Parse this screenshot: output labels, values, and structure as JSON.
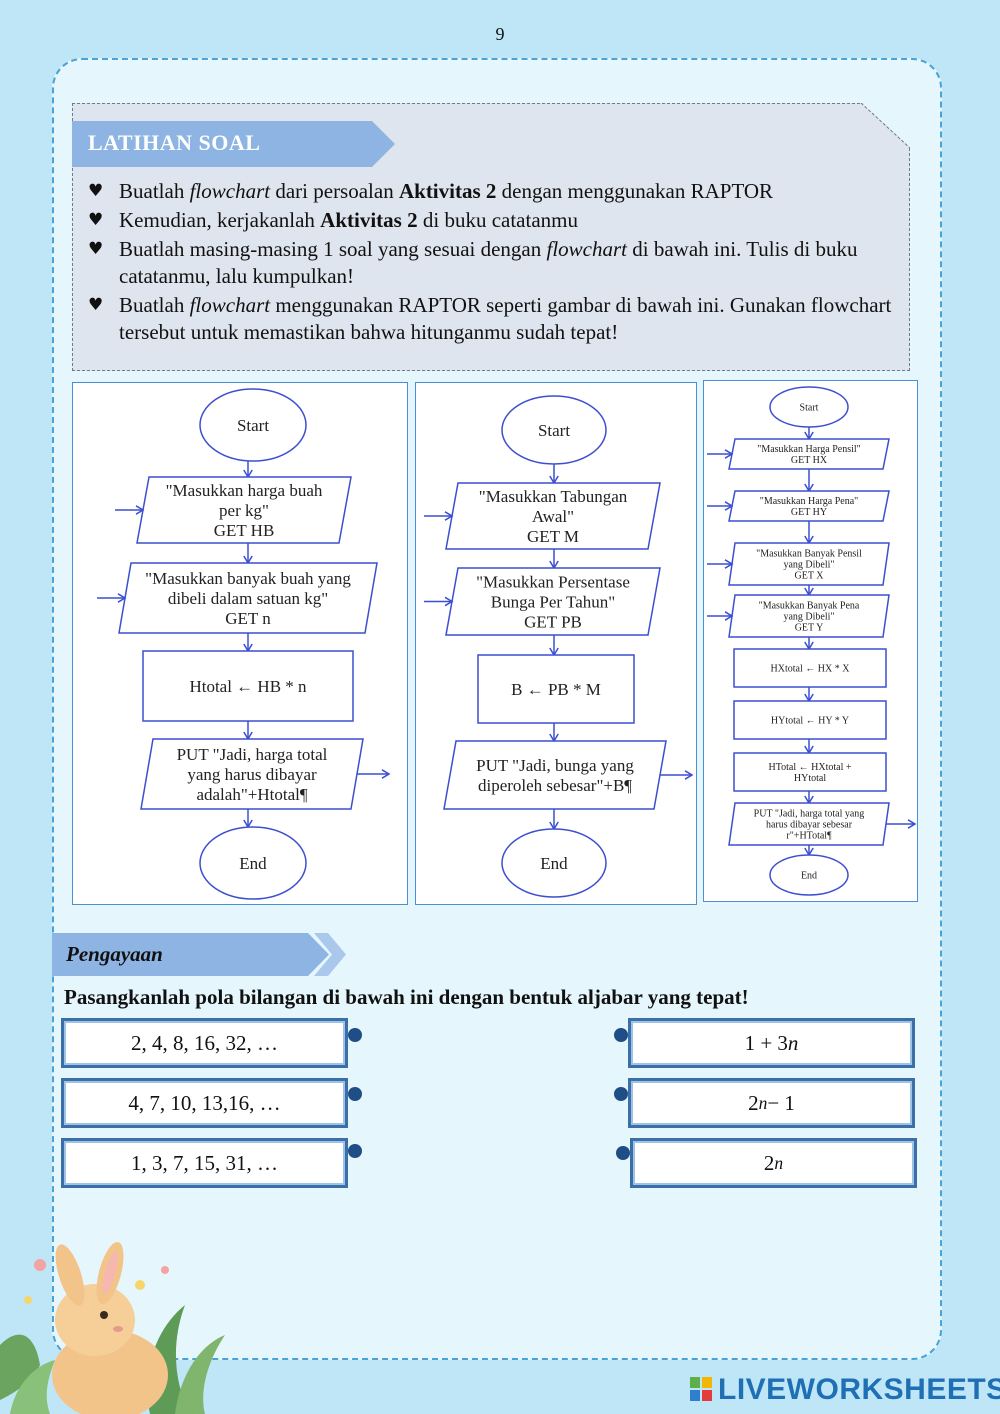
{
  "page_number": "9",
  "latihan": {
    "title": "LATIHAN SOAL",
    "bullets": [
      {
        "pre": "Buatlah ",
        "em": "flowchart",
        "mid": " dari persoalan ",
        "strong": "Aktivitas 2",
        "post": " dengan menggunakan RAPTOR"
      },
      {
        "pre": "Kemudian, kerjakanlah ",
        "strong": "Aktivitas 2",
        "post": " di buku catatanmu"
      },
      {
        "pre": "Buatlah masing-masing 1 soal yang sesuai dengan ",
        "em": "flowchart",
        "post": " di bawah ini. Tulis di buku catatanmu, lalu kumpulkan!"
      },
      {
        "pre": "Buatlah ",
        "em": "flowchart",
        "post": " menggunakan RAPTOR seperti gambar di bawah ini. Gunakan flowchart tersebut untuk memastikan bahwa hitunganmu sudah tepat!"
      }
    ]
  },
  "flowcharts": [
    {
      "start": "Start",
      "steps": [
        {
          "type": "io",
          "lines": [
            "\"Masukkan harga buah",
            "per kg\"",
            "GET HB"
          ]
        },
        {
          "type": "io",
          "lines": [
            "\"Masukkan banyak buah yang",
            "dibeli dalam satuan kg\"",
            "GET n"
          ]
        },
        {
          "type": "process",
          "lines": [
            "Htotal ← HB * n"
          ]
        },
        {
          "type": "io",
          "lines": [
            "PUT \"Jadi, harga total",
            "yang harus dibayar",
            "adalah\"+Htotal¶"
          ]
        }
      ],
      "end": "End"
    },
    {
      "start": "Start",
      "steps": [
        {
          "type": "io",
          "lines": [
            "\"Masukkan Tabungan",
            "Awal\"",
            "GET M"
          ]
        },
        {
          "type": "io",
          "lines": [
            "\"Masukkan Persentase",
            "Bunga Per Tahun\"",
            "GET PB"
          ]
        },
        {
          "type": "process",
          "lines": [
            "B ← PB * M"
          ]
        },
        {
          "type": "io",
          "lines": [
            "PUT \"Jadi, bunga yang",
            "diperoleh sebesar\"+B¶"
          ]
        }
      ],
      "end": "End"
    },
    {
      "start": "Start",
      "steps": [
        {
          "type": "io",
          "lines": [
            "\"Masukkan Harga Pensil\"",
            "GET HX"
          ]
        },
        {
          "type": "io",
          "lines": [
            "\"Masukkan Harga Pena\"",
            "GET HY"
          ]
        },
        {
          "type": "io",
          "lines": [
            "\"Masukkan Banyak Pensil",
            "yang Dibeli\"",
            "GET X"
          ]
        },
        {
          "type": "io",
          "lines": [
            "\"Masukkan Banyak Pena",
            "yang Dibeli\"",
            "GET Y"
          ]
        },
        {
          "type": "process",
          "lines": [
            "HXtotal ← HX * X"
          ]
        },
        {
          "type": "process",
          "lines": [
            "HYtotal ← HY * Y"
          ]
        },
        {
          "type": "process",
          "lines": [
            "HTotal ← HXtotal +",
            "HYtotal"
          ]
        },
        {
          "type": "io",
          "lines": [
            "PUT \"Jadi, harga total yang",
            "harus dibayar sebesar",
            "r\"+HTotal¶"
          ]
        }
      ],
      "end": "End"
    }
  ],
  "pengayaan": {
    "title": "Pengayaan",
    "question": "Pasangkanlah pola bilangan di bawah ini dengan bentuk aljabar yang tepat!",
    "left": [
      "2, 4, 8, 16, 32, …",
      "4, 7, 10, 13,16, …",
      "1, 3, 7, 15, 31, …"
    ],
    "right": [
      {
        "base": "1 + 3",
        "var": "n",
        "sup": "",
        "tail": ""
      },
      {
        "base": "2",
        "var": "",
        "sup": "n",
        "tail": " − 1"
      },
      {
        "base": "2",
        "var": "",
        "sup": "n",
        "tail": ""
      }
    ]
  },
  "watermark": "LIVEWORKSHEETS",
  "colors": {
    "background": "#bfe6f7",
    "ribbon": "#8db4e2",
    "flow_lines": "#3b4fd0",
    "match_border": "#3a6fa8",
    "brand": "#1f6fb5"
  }
}
